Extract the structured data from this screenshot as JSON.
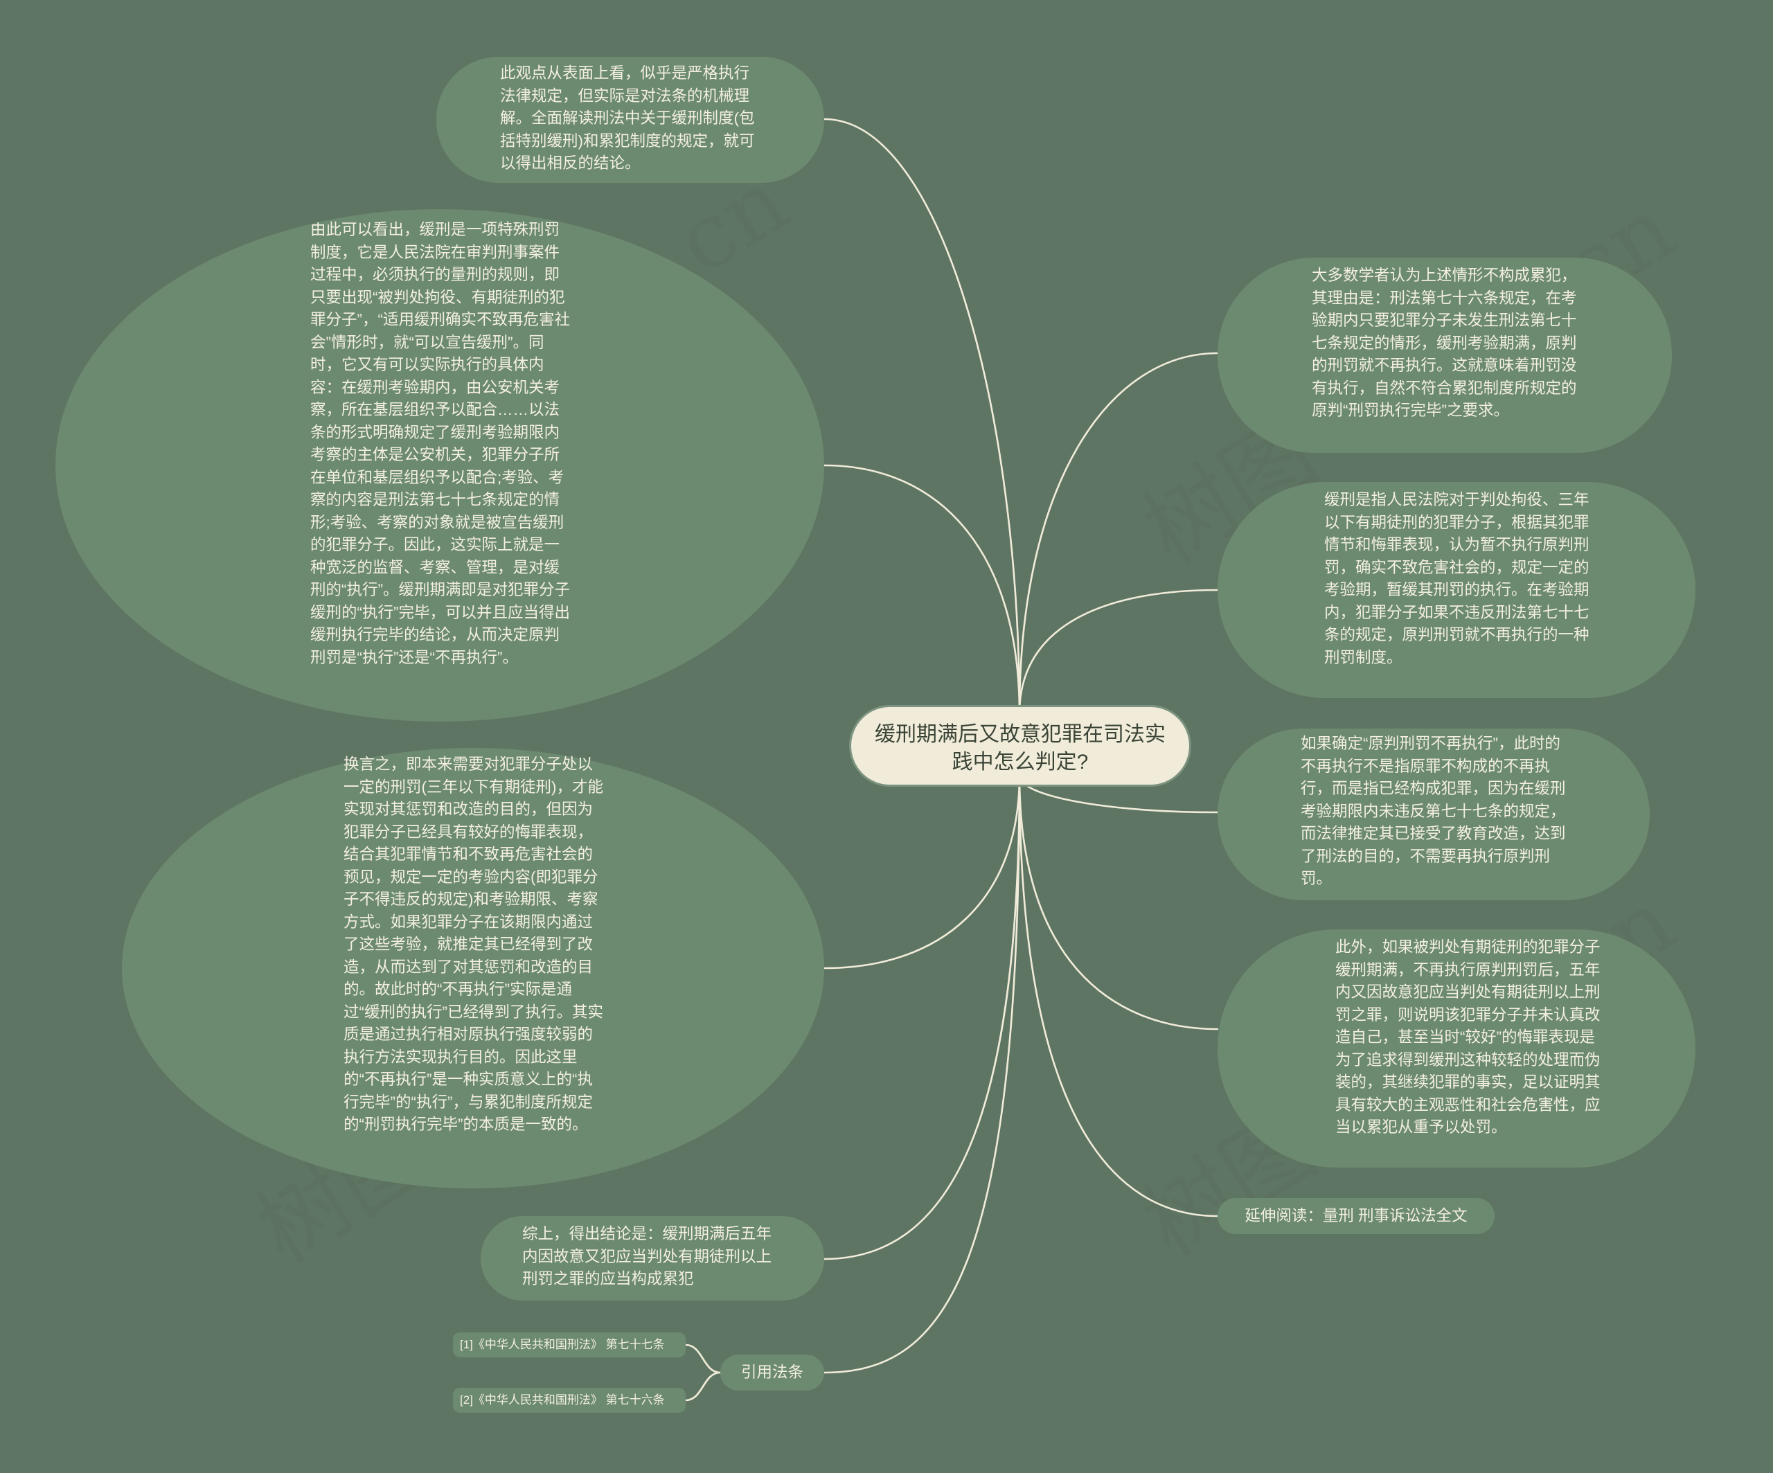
{
  "watermark": "树图 shutu.cn",
  "center": {
    "title": "缓刑期满后又故意犯罪在司法实践中怎么判定?"
  },
  "left_nodes": [
    {
      "id": "left-1",
      "text": "此观点从表面上看，似乎是严格执行法律规定，但实际是对法条的机械理解。全面解读刑法中关于缓刑制度(包括特别缓刑)和累犯制度的规定，就可以得出相反的结论。"
    },
    {
      "id": "left-2",
      "text": "由此可以看出，缓刑是一项特殊刑罚制度，它是人民法院在审判刑事案件过程中，必须执行的量刑的规则，即只要出现“被判处拘役、有期徒刑的犯罪分子”，“适用缓刑确实不致再危害社会”情形时，就“可以宣告缓刑”。同时，它又有可以实际执行的具体内容：在缓刑考验期内，由公安机关考察，所在基层组织予以配合……以法条的形式明确规定了缓刑考验期限内考察的主体是公安机关，犯罪分子所在单位和基层组织予以配合;考验、考察的内容是刑法第七十七条规定的情形;考验、考察的对象就是被宣告缓刑的犯罪分子。因此，这实际上就是一种宽泛的监督、考察、管理，是对缓刑的“执行”。缓刑期满即是对犯罪分子缓刑的“执行”完毕，可以并且应当得出缓刑执行完毕的结论，从而决定原判刑罚是“执行”还是“不再执行”。"
    },
    {
      "id": "left-3",
      "text": "换言之，即本来需要对犯罪分子处以一定的刑罚(三年以下有期徒刑)，才能实现对其惩罚和改造的目的，但因为犯罪分子已经具有较好的悔罪表现，结合其犯罪情节和不致再危害社会的预见，规定一定的考验内容(即犯罪分子不得违反的规定)和考验期限、考察方式。如果犯罪分子在该期限内通过了这些考验，就推定其已经得到了改造，从而达到了对其惩罚和改造的目的。故此时的“不再执行”实际是通过“缓刑的执行”已经得到了执行。其实质是通过执行相对原执行强度较弱的执行方法实现执行目的。因此这里的“不再执行”是一种实质意义上的“执行完毕”的“执行”，与累犯制度所规定的“刑罚执行完毕”的本质是一致的。"
    },
    {
      "id": "left-4",
      "text": "综上，得出结论是：缓刑期满后五年内因故意又犯应当判处有期徒刑以上刑罚之罪的应当构成累犯"
    }
  ],
  "right_nodes": [
    {
      "id": "right-1",
      "text": "大多数学者认为上述情形不构成累犯，其理由是：刑法第七十六条规定，在考验期内只要犯罪分子未发生刑法第七十七条规定的情形，缓刑考验期满，原判的刑罚就不再执行。这就意味着刑罚没有执行，自然不符合累犯制度所规定的原判“刑罚执行完毕”之要求。"
    },
    {
      "id": "right-2",
      "text": "缓刑是指人民法院对于判处拘役、三年以下有期徒刑的犯罪分子，根据其犯罪情节和悔罪表现，认为暂不执行原判刑罚，确实不致危害社会的，规定一定的考验期，暂缓其刑罚的执行。在考验期内，犯罪分子如果不违反刑法第七十七条的规定，原判刑罚就不再执行的一种刑罚制度。"
    },
    {
      "id": "right-3",
      "text": "如果确定“原判刑罚不再执行”，此时的不再执行不是指原罪不构成的不再执行，而是指已经构成犯罪，因为在缓刑考验期限内未违反第七十七条的规定，而法律推定其已接受了教育改造，达到了刑法的目的，不需要再执行原判刑罚。"
    },
    {
      "id": "right-4",
      "text": "此外，如果被判处有期徒刑的犯罪分子缓刑期满，不再执行原判刑罚后，五年内又因故意犯应当判处有期徒刑以上刑罚之罪，则说明该犯罪分子并未认真改造自己，甚至当时“较好”的悔罪表现是为了追求得到缓刑这种较轻的处理而伪装的，其继续犯罪的事实，足以证明其具有较大的主观恶性和社会危害性，应当以累犯从重予以处罚。"
    },
    {
      "id": "right-5",
      "text": "延伸阅读：量刑 刑事诉讼法全文"
    }
  ],
  "citation": {
    "label": "引用法条",
    "items": [
      "[1]《中华人民共和国刑法》 第七十七条",
      "[2]《中华人民共和国刑法》 第七十六条"
    ]
  }
}
